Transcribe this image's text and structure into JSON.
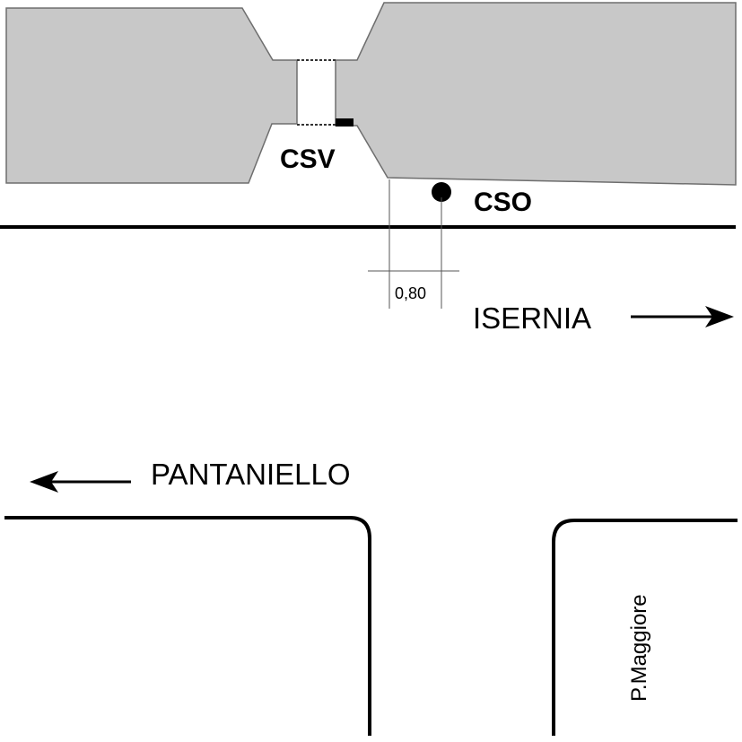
{
  "labels": {
    "csv": "CSV",
    "cso": "CSO",
    "measure": "0,80",
    "isernia": "ISERNIA",
    "pantaniello": "PANTANIELLO",
    "street": "P.Maggiore"
  },
  "colors": {
    "building_fill": "#c8c8c8",
    "building_stroke": "#6e6e6e",
    "road_line": "#000000",
    "dimension_line": "#555555"
  },
  "icons": {
    "arrow_right": "arrow-right-icon",
    "arrow_left": "arrow-left-icon",
    "marker": "dot-marker-icon"
  }
}
